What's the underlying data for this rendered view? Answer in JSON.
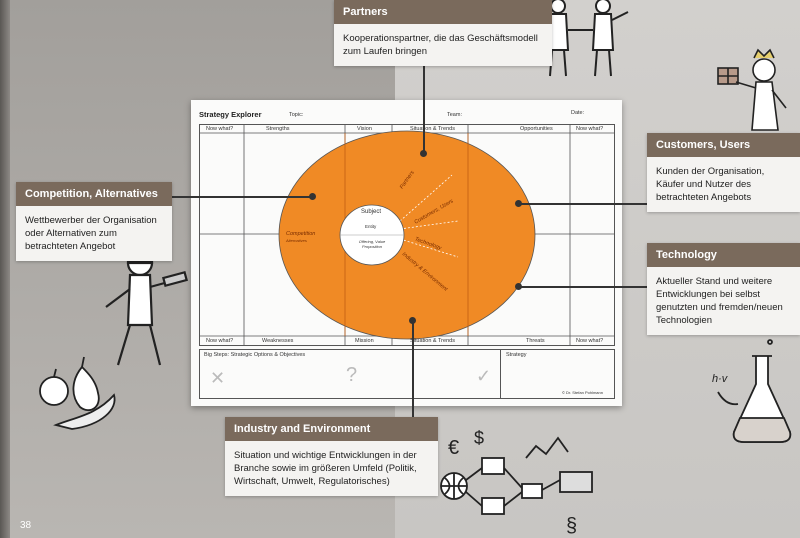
{
  "page": {
    "number": "38"
  },
  "sheet": {
    "title": "Strategy Explorer",
    "topic_label": "Topic:",
    "team_label": "Team:",
    "date_label": "Date:",
    "top_headers": [
      "Now what?",
      "Strengths",
      "Vision",
      "Situation & Trends",
      "Opportunities",
      "Now what?"
    ],
    "bottom_headers": [
      "Now what?",
      "Weaknesses",
      "Mission",
      "Situation & Trends",
      "Threats",
      "Now what?"
    ],
    "center_subject": "Subject",
    "center_entity": "Entity",
    "center_offering": "Offering, Value Proposition",
    "ring_competition": "Competition",
    "ring_alternatives": "Alternatives",
    "ring_partners": "Partners",
    "ring_customers": "Customers, Users",
    "ring_technology": "Technology",
    "ring_industry": "Industry & Environment",
    "bigsteps_label": "Big Steps: Strategic Options & Objectives",
    "strategy_label": "Strategy",
    "copyright": "© Dr. Stefan Pohlmann",
    "orange": "#f08a25"
  },
  "callouts": {
    "partners": {
      "title": "Partners",
      "body": "Kooperationspartner, die das Geschäftsmodell zum Laufen bringen"
    },
    "customers": {
      "title": "Customers, Users",
      "body": "Kunden der Organisation, Käufer und Nutzer des betrachteten Angebots"
    },
    "competition": {
      "title": "Competition, Alternatives",
      "body": "Wettbewerber der Organisation oder Alternativen zum betrachteten Angebot"
    },
    "technology": {
      "title": "Technology",
      "body": "Aktueller Stand und weitere Entwicklungen bei selbst genutzten und fremden/neuen Technologien"
    },
    "industry": {
      "title": "Industry and Environment",
      "body": "Situation und wichtige Entwicklungen in der Branche sowie im größeren Umfeld (Politik, Wirtschaft, Umwelt, Regulatorisches)"
    }
  },
  "colors": {
    "header_brown": "#7a6a5c",
    "callout_bg": "#f4f3f1"
  }
}
